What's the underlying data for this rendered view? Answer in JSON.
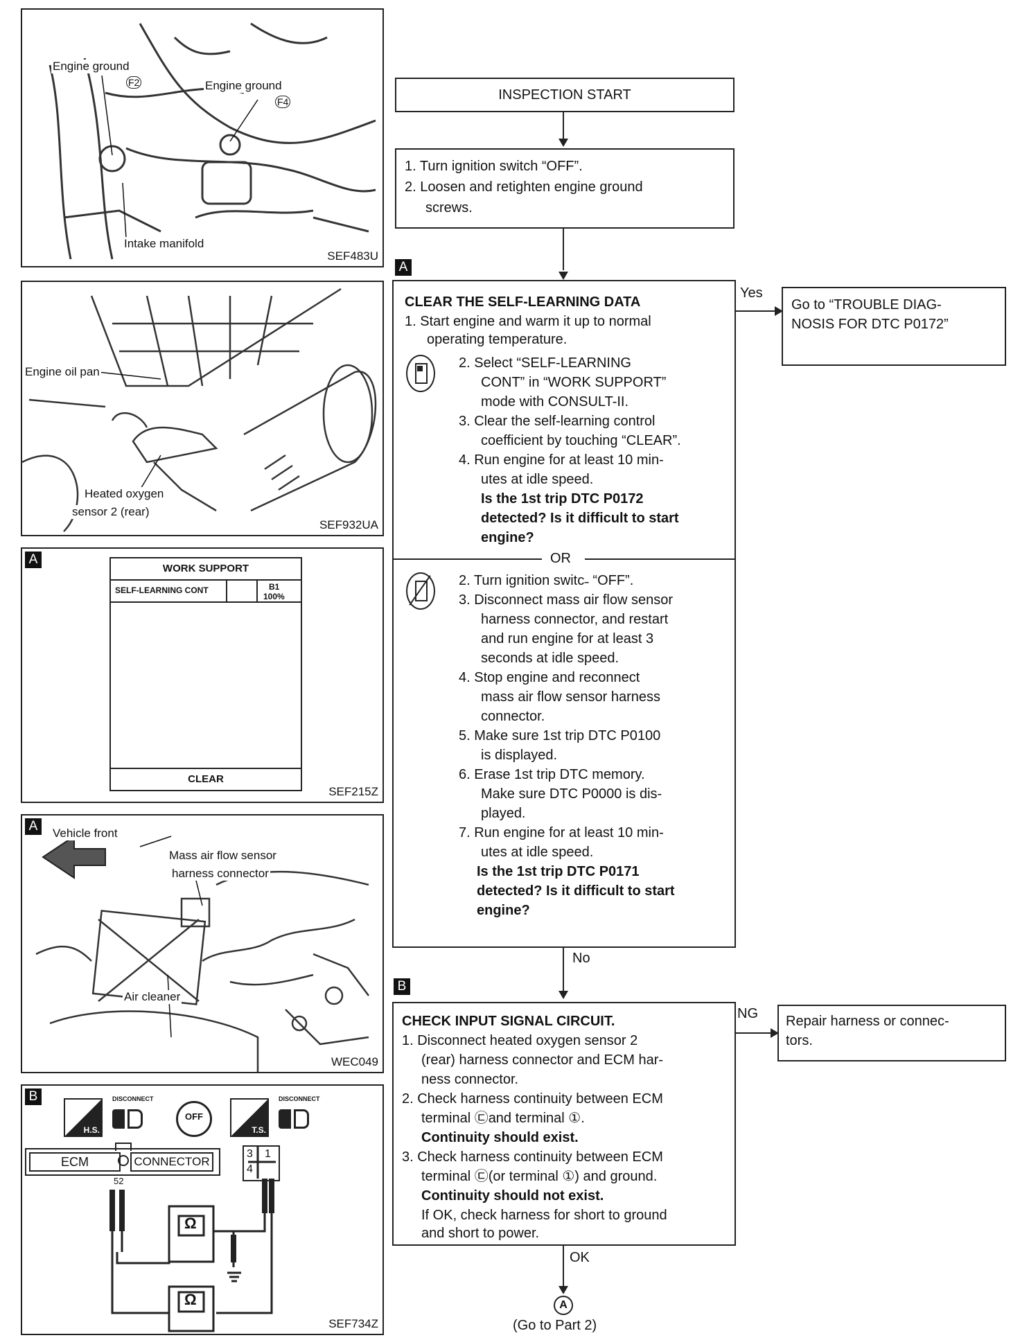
{
  "left": {
    "fig1": {
      "code": "SEF483U",
      "labels": [
        "Engine ground",
        "F2",
        "Engine ground",
        "F4",
        "Intake manifold"
      ]
    },
    "fig2": {
      "code": "SEF932UA",
      "labels": [
        "Engine oil pan",
        "Heated oxygen",
        "sensor 2 (rear)"
      ]
    },
    "fig3": {
      "tag": "A",
      "code": "SEF215Z",
      "title": "WORK SUPPORT",
      "row_label": "SELF-LEARNING CONT",
      "row_value_1": "B1",
      "row_value_2": "100%",
      "button": "CLEAR"
    },
    "fig4": {
      "tag": "A",
      "code": "WEC049",
      "labels": [
        "Vehicle front",
        "Mass air flow sensor",
        "harness connector",
        "Air cleaner"
      ]
    },
    "fig5": {
      "tag": "B",
      "code": "SEF734Z",
      "hs": "H.S.",
      "ts": "T.S.",
      "disconnect": "DISCONNECT",
      "off": "OFF",
      "ecm": "ECM",
      "connector": "CONNECTOR",
      "pin52": "52",
      "pins": [
        "3",
        "1",
        "4"
      ],
      "omega": "Ω"
    }
  },
  "flow": {
    "start": "INSPECTION START",
    "step1": [
      "1. Turn ignition switch “OFF”.",
      "2. Loosen and retighten engine ground",
      "screws."
    ],
    "tagA": "A",
    "clear_title": "CLEAR THE SELF-LEARNING DATA",
    "clear_steps_a": [
      "1. Start engine and warm it up to normal",
      "operating temperature.",
      "2. Select “SELF-LEARNING",
      "CONT” in “WORK SUPPORT”",
      "mode with CONSULT-II.",
      "3. Clear the self-learning control",
      "coefficient by touching “CLEAR”.",
      "4. Run engine for at least 10 min-",
      "utes at idle speed."
    ],
    "clear_question_a": [
      "Is the 1st trip DTC P0172",
      "detected? Is it difficult to start",
      "engine?"
    ],
    "or": "OR",
    "clear_steps_b": [
      "2. Turn ignition switc˗ “OFF”.",
      "3. Disconnect mass ɑir flow sensor",
      "harness connector, and restart",
      "and run engine for at least 3",
      "seconds at idle speed.",
      "4. Stop engine and reconnect",
      "mass air flow sensor harness",
      "connector.",
      "5. Make sure 1st trip DTC P0100",
      "is displayed.",
      "6. Erase 1st trip DTC memory.",
      "Make sure DTC P0000 is dis-",
      "played.",
      "7. Run engine for at least 10 min-",
      "utes at idle speed."
    ],
    "clear_question_b": [
      "Is the 1st trip DTC P0171",
      "detected? Is it difficult to start",
      "engine?"
    ],
    "yes": "Yes",
    "yes_box": [
      "Go to “TROUBLE DIAG-",
      "NOSIS FOR DTC P0172”"
    ],
    "no": "No",
    "tagB": "B",
    "check_title": "CHECK INPUT SIGNAL CIRCUIT.",
    "check_lines": [
      "1. Disconnect heated oxygen sensor 2",
      "(rear) harness connector and ECM har-",
      "ness connector.",
      "2. Check harness continuity between ECM",
      "terminal ㉢and terminal ①.",
      "Continuity should exist.",
      "3. Check harness continuity between ECM",
      "terminal ㉢(or terminal ①) and ground.",
      "Continuity should not exist.",
      "If OK, check harness for short to ground",
      "and short to power."
    ],
    "ng": "NG",
    "ng_box": [
      "Repair harness or connec-",
      "tors."
    ],
    "ok": "OK",
    "circle_a": "A",
    "part2": "(Go to Part 2)"
  }
}
